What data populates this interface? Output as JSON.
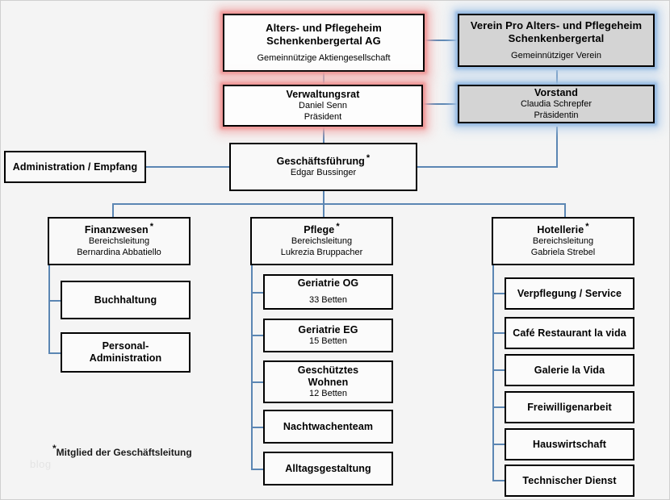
{
  "footnote": {
    "star": "*",
    "text": "Mitglied der Geschäftsleitung"
  },
  "watermark": "blog",
  "colors": {
    "canvas_background": "#f4f4f4",
    "connector": "#5b86b3",
    "box_border": "#000000",
    "box_fill": "#f7f7f7",
    "association_fill": "#d4d4d4",
    "glow_red": "#f0a8a8",
    "glow_blue": "#a8c8e8"
  },
  "top_level": {
    "company": {
      "title": "Alters- und Pflegeheim Schenkenbergertal AG",
      "title_line1": "Alters- und Pflegeheim",
      "title_line2": "Schenkenbergertal AG",
      "subtitle": "Gemeinnützige Aktiengesellschaft"
    },
    "association": {
      "title": "Verein Pro Alters- und Pflegeheim Schenkenbergertal",
      "title_line1": "Verein Pro Alters- und Pflegeheim",
      "title_line2": "Schenkenbergertal",
      "subtitle": "Gemeinnütziger Verein"
    },
    "board": {
      "title": "Verwaltungsrat",
      "person": "Daniel Senn",
      "role": "Präsident"
    },
    "committee": {
      "title": "Vorstand",
      "person": "Claudia Schrepfer",
      "role": "Präsidentin"
    }
  },
  "management": {
    "title": "Geschäftsführung",
    "star": "*",
    "person": "Edgar Bussinger"
  },
  "administration": {
    "title": "Administration / Empfang"
  },
  "departments": [
    {
      "title": "Finanzwesen",
      "star": "*",
      "role": "Bereichsleitung",
      "person": "Bernardina Abbatiello",
      "units": [
        {
          "title": "Buchhaltung",
          "title_line1": "Buchhaltung",
          "title_line2": "",
          "detail": ""
        },
        {
          "title": "Personal-Administration",
          "title_line1": "Personal-",
          "title_line2": "Administration",
          "detail": ""
        }
      ]
    },
    {
      "title": "Pflege",
      "star": "*",
      "role": "Bereichsleitung",
      "person": "Lukrezia Bruppacher",
      "units": [
        {
          "title": "Geriatrie OG",
          "title_line1": "Geriatrie OG",
          "title_line2": "",
          "detail": "33 Betten"
        },
        {
          "title": "Geriatrie EG",
          "title_line1": "Geriatrie EG",
          "title_line2": "",
          "detail": "15 Betten"
        },
        {
          "title": "Geschütztes Wohnen",
          "title_line1": "Geschütztes",
          "title_line2": "Wohnen",
          "detail": "12 Betten"
        },
        {
          "title": "Nachtwachenteam",
          "title_line1": "Nachtwachenteam",
          "title_line2": "",
          "detail": ""
        },
        {
          "title": "Alltagsgestaltung",
          "title_line1": "Alltagsgestaltung",
          "title_line2": "",
          "detail": ""
        }
      ]
    },
    {
      "title": "Hotellerie",
      "star": "*",
      "role": "Bereichsleitung",
      "person": "Gabriela Strebel",
      "units": [
        {
          "title": "Verpflegung / Service",
          "title_line1": "Verpflegung / Service",
          "title_line2": "",
          "detail": ""
        },
        {
          "title": "Café Restaurant la vida",
          "title_line1": "Café Restaurant la vida",
          "title_line2": "",
          "detail": ""
        },
        {
          "title": "Galerie la Vida",
          "title_line1": "Galerie la Vida",
          "title_line2": "",
          "detail": ""
        },
        {
          "title": "Freiwilligenarbeit",
          "title_line1": "Freiwilligenarbeit",
          "title_line2": "",
          "detail": ""
        },
        {
          "title": "Hauswirtschaft",
          "title_line1": "Hauswirtschaft",
          "title_line2": "",
          "detail": ""
        },
        {
          "title": "Technischer Dienst",
          "title_line1": "Technischer Dienst",
          "title_line2": "",
          "detail": ""
        }
      ]
    }
  ]
}
